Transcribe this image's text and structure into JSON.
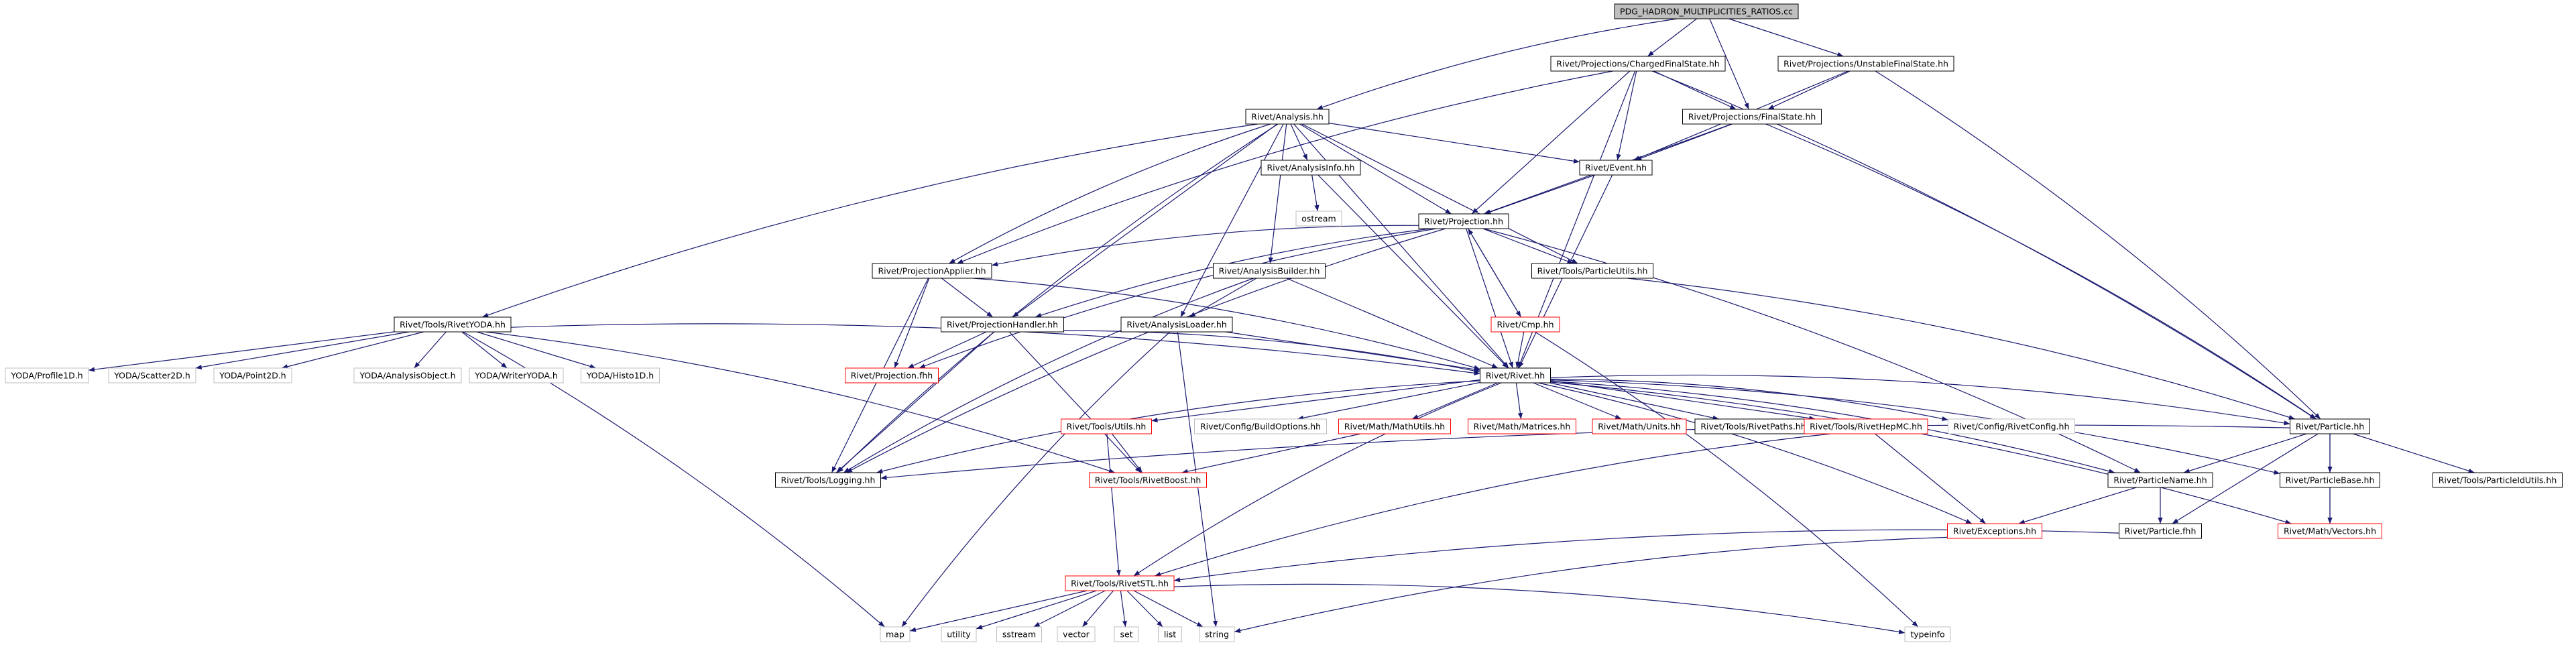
{
  "colors": {
    "edge": "#191970",
    "box_black": "#000000",
    "box_red": "#ff0000",
    "box_gray": "#bfbfbf",
    "root_fill": "#bfbfbf",
    "text": "#000000"
  },
  "nodes": [
    {
      "id": "root",
      "label": "PDG_HADRON_MULTIPLICITIES_RATIOS.cc",
      "style": "root"
    },
    {
      "id": "cfs",
      "label": "Rivet/Projections/ChargedFinalState.hh",
      "style": "black"
    },
    {
      "id": "ufs",
      "label": "Rivet/Projections/UnstableFinalState.hh",
      "style": "black"
    },
    {
      "id": "analysis",
      "label": "Rivet/Analysis.hh",
      "style": "black"
    },
    {
      "id": "fs",
      "label": "Rivet/Projections/FinalState.hh",
      "style": "black"
    },
    {
      "id": "ainfo",
      "label": "Rivet/AnalysisInfo.hh",
      "style": "black"
    },
    {
      "id": "event",
      "label": "Rivet/Event.hh",
      "style": "black"
    },
    {
      "id": "ostream",
      "label": "ostream",
      "style": "gray"
    },
    {
      "id": "proj",
      "label": "Rivet/Projection.hh",
      "style": "black"
    },
    {
      "id": "papplier",
      "label": "Rivet/ProjectionApplier.hh",
      "style": "black"
    },
    {
      "id": "abuilder",
      "label": "Rivet/AnalysisBuilder.hh",
      "style": "black"
    },
    {
      "id": "putils",
      "label": "Rivet/Tools/ParticleUtils.hh",
      "style": "black"
    },
    {
      "id": "ryoda",
      "label": "Rivet/Tools/RivetYODA.hh",
      "style": "black"
    },
    {
      "id": "phandler",
      "label": "Rivet/ProjectionHandler.hh",
      "style": "black"
    },
    {
      "id": "aloader",
      "label": "Rivet/AnalysisLoader.hh",
      "style": "black"
    },
    {
      "id": "cmp",
      "label": "Rivet/Cmp.hh",
      "style": "red"
    },
    {
      "id": "profile1d",
      "label": "YODA/Profile1D.h",
      "style": "gray"
    },
    {
      "id": "scatter2d",
      "label": "YODA/Scatter2D.h",
      "style": "gray"
    },
    {
      "id": "point2d",
      "label": "YODA/Point2D.h",
      "style": "gray"
    },
    {
      "id": "aobject",
      "label": "YODA/AnalysisObject.h",
      "style": "gray"
    },
    {
      "id": "wyoda",
      "label": "YODA/WriterYODA.h",
      "style": "gray"
    },
    {
      "id": "histo1d",
      "label": "YODA/Histo1D.h",
      "style": "gray"
    },
    {
      "id": "projfhh",
      "label": "Rivet/Projection.fhh",
      "style": "red"
    },
    {
      "id": "rivet",
      "label": "Rivet/Rivet.hh",
      "style": "black"
    },
    {
      "id": "tutils",
      "label": "Rivet/Tools/Utils.hh",
      "style": "red"
    },
    {
      "id": "buildopt",
      "label": "Rivet/Config/BuildOptions.hh",
      "style": "gray"
    },
    {
      "id": "mathutils",
      "label": "Rivet/Math/MathUtils.hh",
      "style": "red"
    },
    {
      "id": "matrices",
      "label": "Rivet/Math/Matrices.hh",
      "style": "red"
    },
    {
      "id": "units",
      "label": "Rivet/Math/Units.hh",
      "style": "red"
    },
    {
      "id": "rpaths",
      "label": "Rivet/Tools/RivetPaths.hh",
      "style": "black"
    },
    {
      "id": "hepmc",
      "label": "Rivet/Tools/RivetHepMC.hh",
      "style": "red"
    },
    {
      "id": "rconfig",
      "label": "Rivet/Config/RivetConfig.hh",
      "style": "gray"
    },
    {
      "id": "particle",
      "label": "Rivet/Particle.hh",
      "style": "black"
    },
    {
      "id": "logging",
      "label": "Rivet/Tools/Logging.hh",
      "style": "black"
    },
    {
      "id": "rboost",
      "label": "Rivet/Tools/RivetBoost.hh",
      "style": "red"
    },
    {
      "id": "pname",
      "label": "Rivet/ParticleName.hh",
      "style": "black"
    },
    {
      "id": "pbase",
      "label": "Rivet/ParticleBase.hh",
      "style": "black"
    },
    {
      "id": "pidutils",
      "label": "Rivet/Tools/ParticleIdUtils.hh",
      "style": "black"
    },
    {
      "id": "exceptions",
      "label": "Rivet/Exceptions.hh",
      "style": "red"
    },
    {
      "id": "particlefhh",
      "label": "Rivet/Particle.fhh",
      "style": "black"
    },
    {
      "id": "vectors",
      "label": "Rivet/Math/Vectors.hh",
      "style": "red"
    },
    {
      "id": "rstl",
      "label": "Rivet/Tools/RivetSTL.hh",
      "style": "red"
    },
    {
      "id": "map",
      "label": "map",
      "style": "gray"
    },
    {
      "id": "utility",
      "label": "utility",
      "style": "gray"
    },
    {
      "id": "sstream",
      "label": "sstream",
      "style": "gray"
    },
    {
      "id": "vector",
      "label": "vector",
      "style": "gray"
    },
    {
      "id": "set",
      "label": "set",
      "style": "gray"
    },
    {
      "id": "list",
      "label": "list",
      "style": "gray"
    },
    {
      "id": "string",
      "label": "string",
      "style": "gray"
    },
    {
      "id": "typeinfo",
      "label": "typeinfo",
      "style": "gray"
    }
  ],
  "edges": [
    [
      "root",
      "cfs"
    ],
    [
      "root",
      "ufs"
    ],
    [
      "root",
      "analysis"
    ],
    [
      "root",
      "fs"
    ],
    [
      "cfs",
      "fs"
    ],
    [
      "cfs",
      "event"
    ],
    [
      "cfs",
      "proj"
    ],
    [
      "cfs",
      "rivet"
    ],
    [
      "cfs",
      "particle"
    ],
    [
      "cfs",
      "papplier"
    ],
    [
      "ufs",
      "fs"
    ],
    [
      "ufs",
      "event"
    ],
    [
      "ufs",
      "particle"
    ],
    [
      "fs",
      "event"
    ],
    [
      "fs",
      "proj"
    ],
    [
      "fs",
      "particle"
    ],
    [
      "analysis",
      "ainfo"
    ],
    [
      "analysis",
      "event"
    ],
    [
      "analysis",
      "proj"
    ],
    [
      "analysis",
      "abuilder"
    ],
    [
      "analysis",
      "aloader"
    ],
    [
      "analysis",
      "phandler"
    ],
    [
      "analysis",
      "ryoda"
    ],
    [
      "analysis",
      "logging"
    ],
    [
      "analysis",
      "putils"
    ],
    [
      "analysis",
      "rivet"
    ],
    [
      "analysis",
      "papplier"
    ],
    [
      "ainfo",
      "ostream"
    ],
    [
      "ainfo",
      "rivet"
    ],
    [
      "event",
      "proj"
    ],
    [
      "event",
      "rivet"
    ],
    [
      "proj",
      "papplier"
    ],
    [
      "proj",
      "putils"
    ],
    [
      "proj",
      "phandler"
    ],
    [
      "proj",
      "cmp"
    ],
    [
      "proj",
      "projfhh"
    ],
    [
      "proj",
      "rivet"
    ],
    [
      "proj",
      "logging"
    ],
    [
      "proj",
      "pname"
    ],
    [
      "cmp",
      "proj"
    ],
    [
      "cmp",
      "rivet"
    ],
    [
      "cmp",
      "typeinfo"
    ],
    [
      "papplier",
      "phandler"
    ],
    [
      "papplier",
      "projfhh"
    ],
    [
      "papplier",
      "rivet"
    ],
    [
      "papplier",
      "logging"
    ],
    [
      "abuilder",
      "aloader"
    ],
    [
      "abuilder",
      "rivet"
    ],
    [
      "abuilder",
      "logging"
    ],
    [
      "putils",
      "particle"
    ],
    [
      "phandler",
      "projfhh"
    ],
    [
      "phandler",
      "rivet"
    ],
    [
      "phandler",
      "logging"
    ],
    [
      "phandler",
      "rboost"
    ],
    [
      "aloader",
      "rivet"
    ],
    [
      "aloader",
      "map"
    ],
    [
      "aloader",
      "string"
    ],
    [
      "ryoda",
      "profile1d"
    ],
    [
      "ryoda",
      "scatter2d"
    ],
    [
      "ryoda",
      "point2d"
    ],
    [
      "ryoda",
      "aobject"
    ],
    [
      "ryoda",
      "wyoda"
    ],
    [
      "ryoda",
      "histo1d"
    ],
    [
      "ryoda",
      "rivet"
    ],
    [
      "ryoda",
      "rboost"
    ],
    [
      "ryoda",
      "map"
    ],
    [
      "rivet",
      "tutils"
    ],
    [
      "rivet",
      "buildopt"
    ],
    [
      "rivet",
      "mathutils"
    ],
    [
      "rivet",
      "matrices"
    ],
    [
      "rivet",
      "units"
    ],
    [
      "rivet",
      "rpaths"
    ],
    [
      "rivet",
      "hepmc"
    ],
    [
      "rivet",
      "rconfig"
    ],
    [
      "rivet",
      "particle"
    ],
    [
      "rivet",
      "logging"
    ],
    [
      "rivet",
      "pname"
    ],
    [
      "rivet",
      "pbase"
    ],
    [
      "rivet",
      "exceptions"
    ],
    [
      "rivet",
      "vectors"
    ],
    [
      "rivet",
      "rstl"
    ],
    [
      "tutils",
      "rboost"
    ],
    [
      "tutils",
      "rstl"
    ],
    [
      "mathutils",
      "rboost"
    ],
    [
      "hepmc",
      "rstl"
    ],
    [
      "hepmc",
      "exceptions"
    ],
    [
      "particle",
      "pname"
    ],
    [
      "particle",
      "pbase"
    ],
    [
      "particle",
      "pidutils"
    ],
    [
      "particle",
      "particlefhh"
    ],
    [
      "particle",
      "vectors"
    ],
    [
      "particle",
      "logging"
    ],
    [
      "pname",
      "particlefhh"
    ],
    [
      "pname",
      "exceptions"
    ],
    [
      "pbase",
      "vectors"
    ],
    [
      "particlefhh",
      "rstl"
    ],
    [
      "exceptions",
      "string"
    ],
    [
      "rstl",
      "map"
    ],
    [
      "rstl",
      "utility"
    ],
    [
      "rstl",
      "sstream"
    ],
    [
      "rstl",
      "vector"
    ],
    [
      "rstl",
      "set"
    ],
    [
      "rstl",
      "list"
    ],
    [
      "rstl",
      "string"
    ],
    [
      "rstl",
      "typeinfo"
    ]
  ]
}
